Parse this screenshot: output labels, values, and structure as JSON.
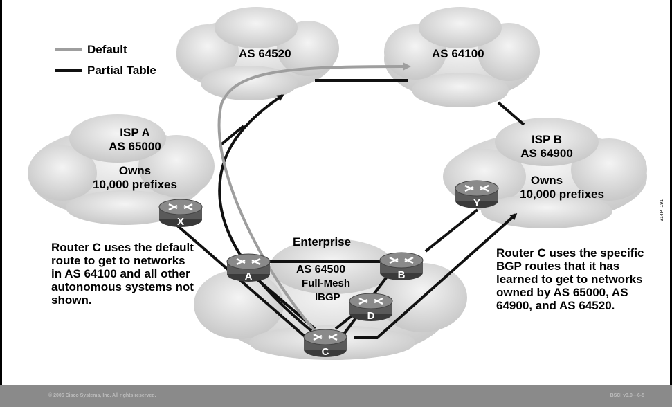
{
  "legend": [
    {
      "label": "Default",
      "color": "#9e9e9e"
    },
    {
      "label": "Partial Table",
      "color": "#111111"
    }
  ],
  "clouds": {
    "as64520": "AS 64520",
    "as64100": "AS 64100",
    "isp_a": {
      "name": "ISP A",
      "as": "AS 65000",
      "owns": "Owns",
      "prefixes": "10,000 prefixes"
    },
    "isp_b": {
      "name": "ISP B",
      "as": "AS 64900",
      "owns": "Owns",
      "prefixes": "10,000 prefixes"
    },
    "enterprise": {
      "name": "Enterprise",
      "as": "AS 64500",
      "mesh": "Full-Mesh",
      "ibgp": "IBGP"
    }
  },
  "routers": {
    "x": "X",
    "y": "Y",
    "a": "A",
    "b": "B",
    "c": "C",
    "d": "D"
  },
  "notes": {
    "left": "Router C uses the default route to get to networks in AS 64100 and all other autonomous systems not shown.",
    "right": "Router C uses the specific BGP routes that it has learned to get to networks owned by AS 65000, AS 64900, and AS 64520."
  },
  "figure_code": "314P_191",
  "footer": {
    "copyright": "© 2006 Cisco Systems, Inc. All rights reserved.",
    "slide_id": "BSCI v3.0—6-5"
  },
  "colors": {
    "default_path": "#9e9e9e",
    "partial_path": "#111111",
    "cloud": "#d9d9d9",
    "footer": "#8a8a8a"
  }
}
